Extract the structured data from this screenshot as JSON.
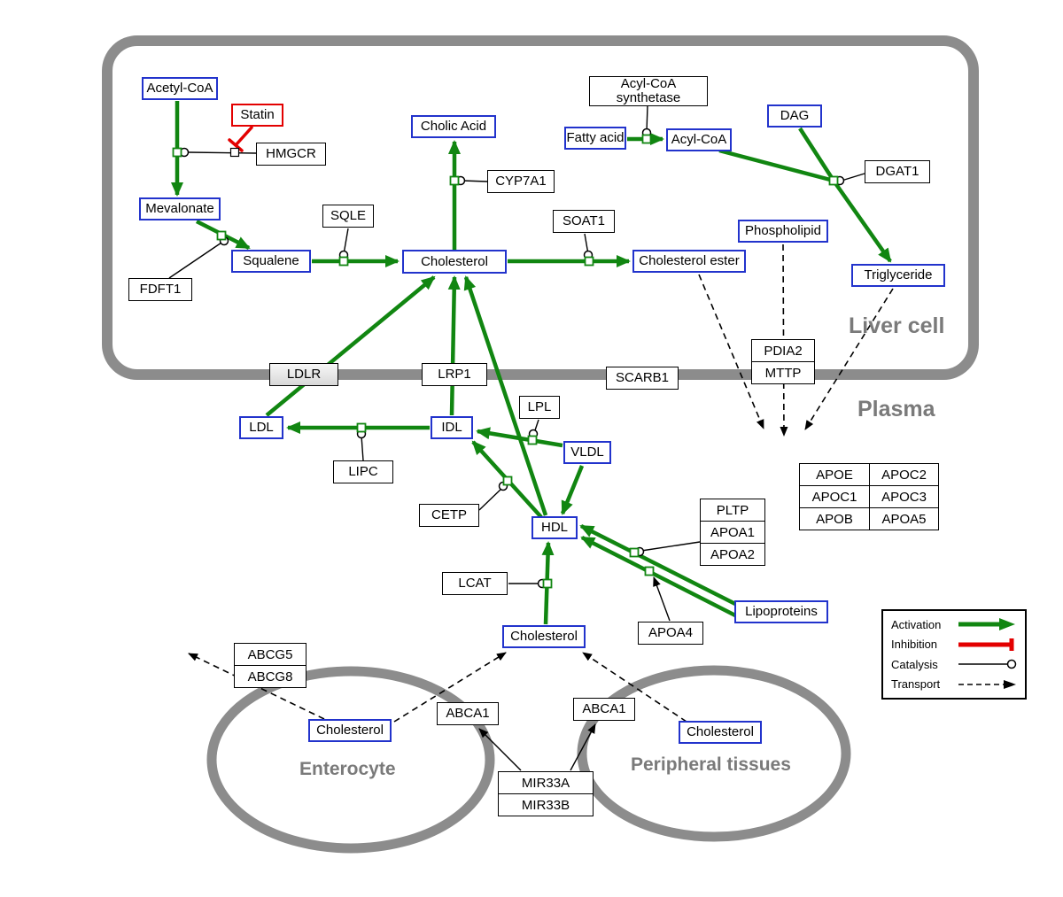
{
  "compartments": {
    "liver": "Liver cell",
    "plasma": "Plasma",
    "enterocyte": "Enterocyte",
    "peripheral": "Peripheral tissues"
  },
  "nodes": {
    "acetyl_coa": "Acetyl-CoA",
    "statin": "Statin",
    "hmgcr": "HMGCR",
    "mevalonate": "Mevalonate",
    "fdft1": "FDFT1",
    "squalene": "Squalene",
    "sqle": "SQLE",
    "cholesterol_liver": "Cholesterol",
    "cholic_acid": "Cholic Acid",
    "cyp7a1": "CYP7A1",
    "acyl_coa_synthetase": [
      "Acyl-CoA",
      "synthetase"
    ],
    "fatty_acid": "Fatty acid",
    "acyl_coa": "Acyl-CoA",
    "dag": "DAG",
    "dgat1": "DGAT1",
    "phospholipid": "Phospholipid",
    "soat1": "SOAT1",
    "cholesterol_ester": "Cholesterol ester",
    "triglyceride": "Triglyceride",
    "ldlr": "LDLR",
    "lrp1": "LRP1",
    "scarb1": "SCARB1",
    "pdia2": "PDIA2",
    "mttp": "MTTP",
    "ldl": "LDL",
    "idl": "IDL",
    "lpl": "LPL",
    "vldl": "VLDL",
    "lipc": "LIPC",
    "cetp": "CETP",
    "hdl": "HDL",
    "lcat": "LCAT",
    "cholesterol_plasma": "Cholesterol",
    "apoa4": "APOA4",
    "lipoproteins": "Lipoproteins",
    "pltp": "PLTP",
    "apoa1": "APOA1",
    "apoa2": "APOA2",
    "apo_table": {
      "rows": [
        [
          "APOE",
          "APOC2"
        ],
        [
          "APOC1",
          "APOC3"
        ],
        [
          "APOB",
          "APOA5"
        ]
      ]
    },
    "abcg5": "ABCG5",
    "abcg8": "ABCG8",
    "cholesterol_enterocyte": "Cholesterol",
    "abca1_left": "ABCA1",
    "abca1_right": "ABCA1",
    "cholesterol_peripheral": "Cholesterol",
    "mir33a": "MIR33A",
    "mir33b": "MIR33B"
  },
  "legend": {
    "activation": "Activation",
    "inhibition": "Inhibition",
    "catalysis": "Catalysis",
    "transport": "Transport"
  },
  "interactions": [
    [
      "Acetyl-CoA",
      "Mevalonate",
      "conversion",
      "HMGCR"
    ],
    [
      "Statin",
      "HMGCR",
      "inhibition",
      ""
    ],
    [
      "Mevalonate",
      "Squalene",
      "conversion",
      "FDFT1"
    ],
    [
      "Squalene",
      "Cholesterol",
      "conversion",
      "SQLE"
    ],
    [
      "Cholesterol",
      "Cholic Acid",
      "conversion",
      "CYP7A1"
    ],
    [
      "Cholesterol",
      "Cholesterol ester",
      "conversion",
      "SOAT1"
    ],
    [
      "Fatty acid",
      "Acyl-CoA",
      "conversion",
      "Acyl-CoA synthetase"
    ],
    [
      "Acyl-CoA",
      "Triglyceride",
      "conversion",
      "DGAT1"
    ],
    [
      "DAG",
      "Triglyceride",
      "conversion",
      "DGAT1"
    ],
    [
      "LDL",
      "Cholesterol",
      "activation",
      "LDLR"
    ],
    [
      "IDL",
      "Cholesterol",
      "activation",
      "LRP1"
    ],
    [
      "VLDL",
      "IDL",
      "conversion",
      "LPL"
    ],
    [
      "IDL",
      "LDL",
      "conversion",
      "LIPC"
    ],
    [
      "HDL",
      "IDL",
      "conversion",
      "CETP"
    ],
    [
      "VLDL",
      "HDL",
      "activation",
      ""
    ],
    [
      "HDL",
      "Cholesterol",
      "activation",
      ""
    ],
    [
      "Cholesterol",
      "HDL",
      "conversion",
      "LCAT"
    ],
    [
      "Lipoproteins",
      "HDL",
      "activation",
      "PLTP APOA1 APOA2"
    ],
    [
      "Lipoproteins",
      "HDL",
      "activation",
      "APOA4"
    ],
    [
      "Cholesterol ester",
      "",
      "transport",
      ""
    ],
    [
      "Phospholipid",
      "",
      "transport",
      ""
    ],
    [
      "Triglyceride",
      "",
      "transport",
      ""
    ],
    [
      "Cholesterol",
      "",
      "transport",
      "ABCG5 ABCG8"
    ],
    [
      "Cholesterol",
      "Cholesterol",
      "transport",
      "ABCA1"
    ],
    [
      "Cholesterol",
      "Cholesterol",
      "transport",
      "ABCA1"
    ],
    [
      "MIR33A MIR33B",
      "ABCA1",
      "regulation",
      ""
    ]
  ],
  "colors": {
    "activation": "#118611",
    "inhibition": "#e30000",
    "metabolite_border": "#2233cc",
    "membrane": "#8c8c8c",
    "label": "#7a7a7a"
  }
}
